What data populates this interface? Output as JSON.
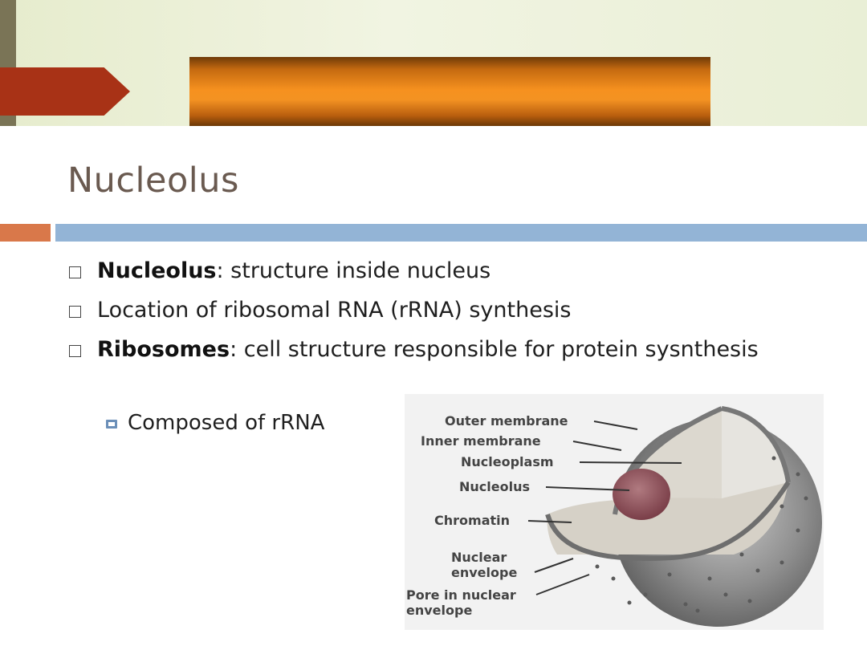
{
  "slide": {
    "title": "Nucleolus",
    "bullets": [
      {
        "bold": "Nucleolus",
        "rest": ": structure inside nucleus"
      },
      {
        "bold": "",
        "rest": "Location of ribosomal RNA (rRNA) synthesis"
      },
      {
        "bold": "Ribosomes",
        "rest": ": cell structure responsible for protein sysnthesis"
      }
    ],
    "sub_bullets": [
      "Composed of rRNA"
    ]
  },
  "figure": {
    "labels": {
      "outer_membrane": "Outer membrane",
      "inner_membrane": "Inner membrane",
      "nucleoplasm": "Nucleoplasm",
      "nucleolus": "Nucleolus",
      "chromatin": "Chromatin",
      "nuclear": "Nuclear",
      "envelope": "envelope",
      "pore": "Pore in nuclear",
      "pore_envelope": "envelope"
    }
  },
  "colors": {
    "accent_orange": "#f6911f",
    "accent_red": "#a83216",
    "rule_blue": "#93b4d6",
    "rule_orange": "#d9784a",
    "title": "#6a5a50"
  }
}
